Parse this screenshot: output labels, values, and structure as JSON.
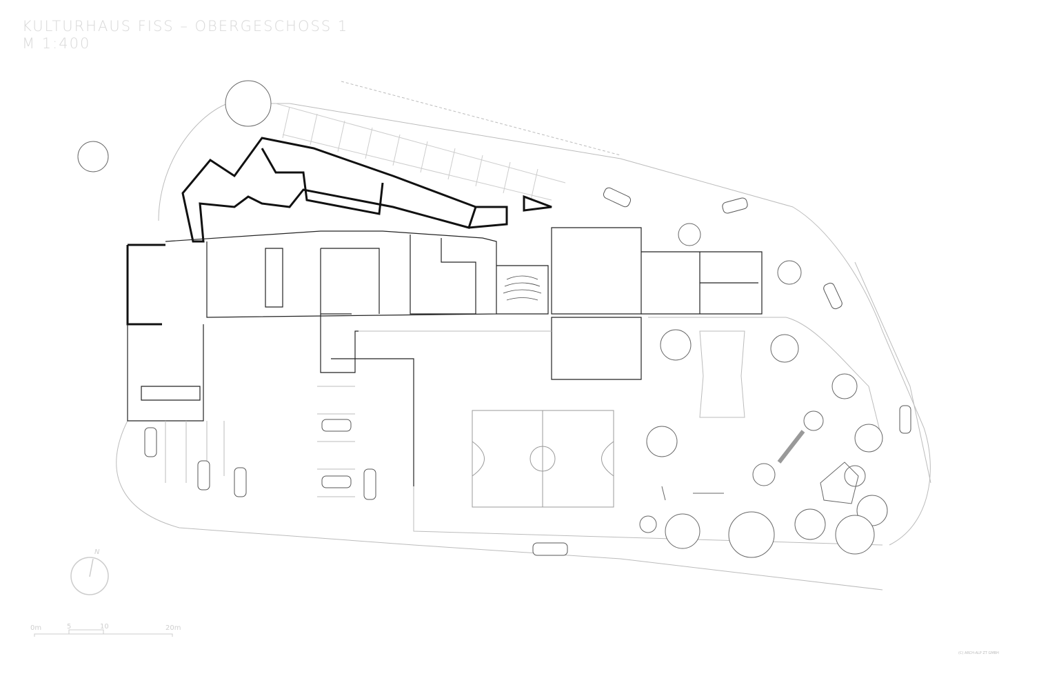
{
  "title": {
    "line1": "KULTURHAUS FISS – OBERGESCHOSS 1",
    "line2": "M 1:400"
  },
  "north_arrow": {
    "label": "N"
  },
  "scale_bar": {
    "ticks": [
      "0m",
      "5",
      "10",
      "20m"
    ]
  },
  "copyright": "(C) ARCH-ALP ZT GMBH"
}
